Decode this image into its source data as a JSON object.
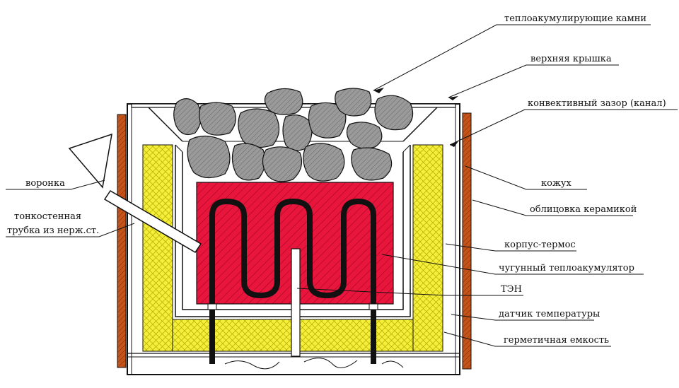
{
  "labels": {
    "stones": "теплоакумулирующие камни",
    "top_cover": "верхняя крышка",
    "convective_gap": "конвективный зазор (канал)",
    "casing": "кожух",
    "ceramic_facing": "облицовка керамикой",
    "funnel": "воронка",
    "tube_line1": "тонкостенная",
    "tube_line2": "трубка из нерж.ст.",
    "thermos_body": "корпус-термос",
    "cast_iron_accumulator": "чугунный теплоакумулятор",
    "heater": "ТЭН",
    "temp_sensor": "датчик температуры",
    "sealed_container": "герметичная емкость"
  },
  "colors": {
    "insulation": "#f4ef3a",
    "accumulator": "#e8163c",
    "ceramic": "#c4541a",
    "stone": "#9a9a9a",
    "outline": "#111111",
    "heater": "#111111"
  }
}
